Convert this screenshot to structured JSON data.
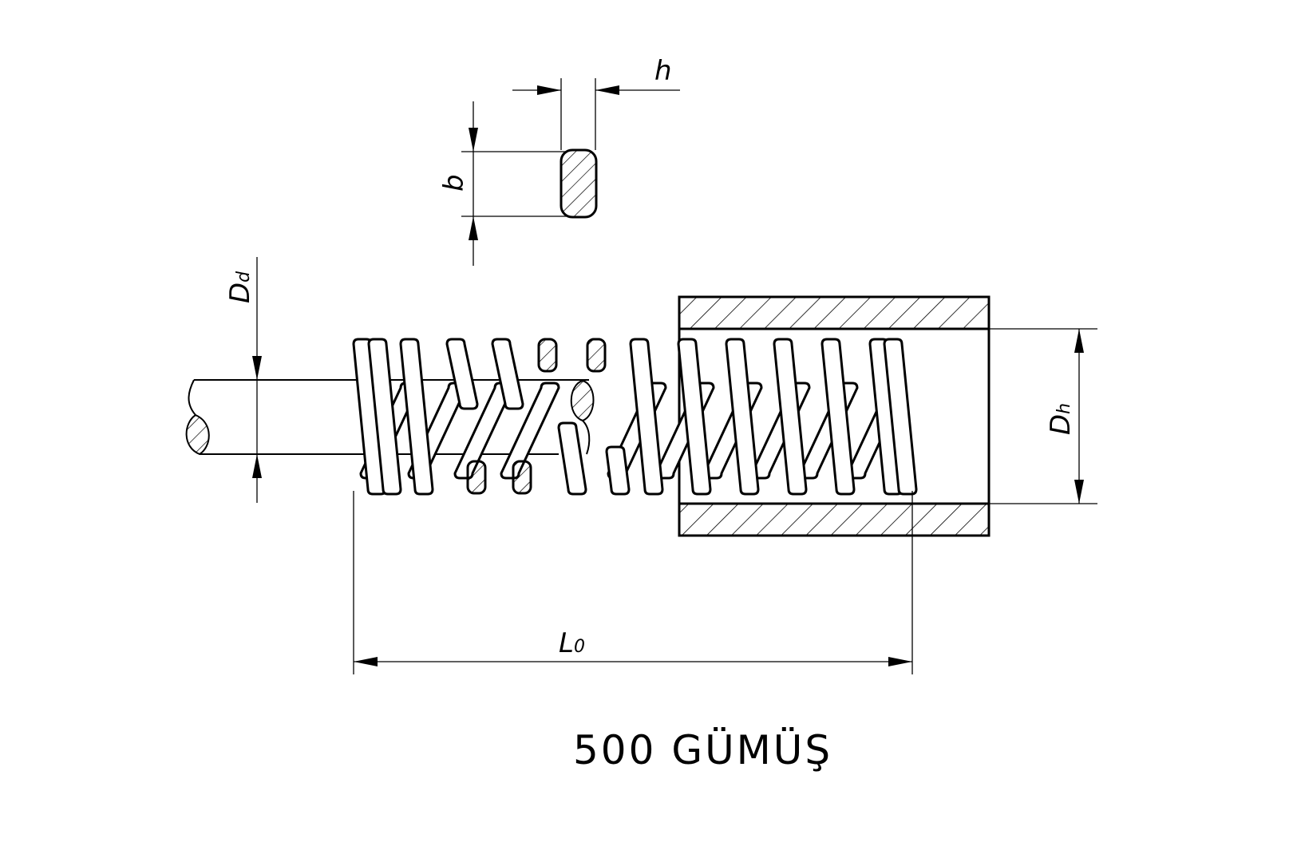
{
  "title": "500 GÜMÜŞ",
  "labels": {
    "wire_width": "h",
    "wire_height": "b",
    "rod_diameter_main": "D",
    "rod_diameter_sub": "d",
    "hole_diameter_main": "D",
    "hole_diameter_sub": "h",
    "free_length_main": "L",
    "free_length_sub": "0"
  },
  "colors": {
    "line": "#000000",
    "background": "#ffffff"
  }
}
